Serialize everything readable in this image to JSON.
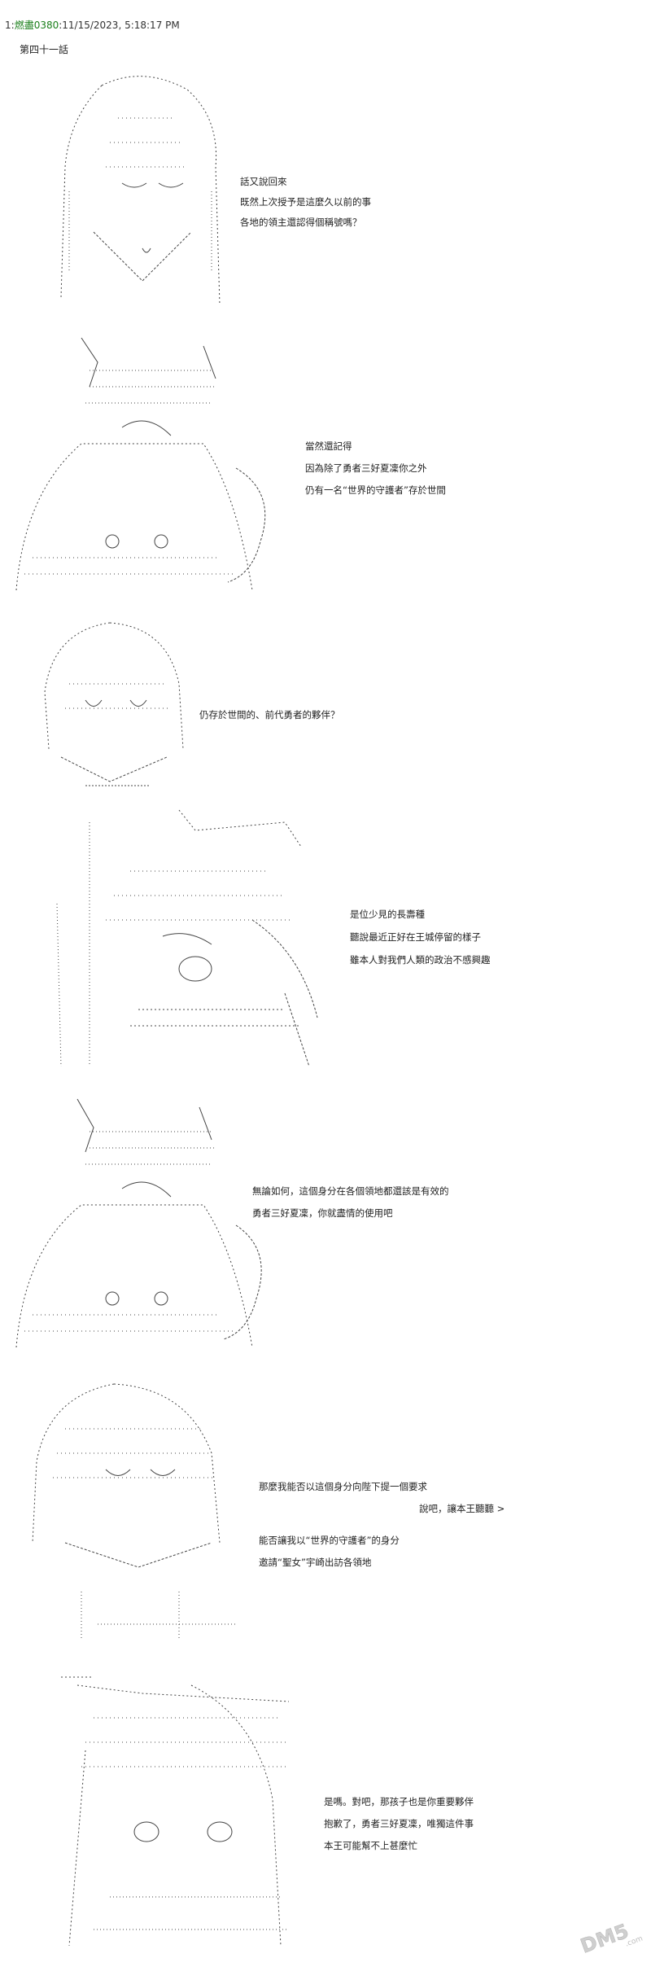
{
  "post": {
    "number": "1:",
    "name": "燃盡0380",
    "datetime": ":11/15/2023, 5:18:17 PM"
  },
  "chapter_title": "第四十一話",
  "scenes": [
    {
      "lines": [
        "話又說回來",
        "既然上次授予是這麼久以前的事",
        "各地的領主還認得個稱號嗎？"
      ]
    },
    {
      "lines": [
        "當然還記得",
        "因為除了勇者三好夏凜你之外",
        "仍有一名“世界的守護者”存於世間"
      ]
    },
    {
      "lines": [
        "仍存於世間的、前代勇者的夥伴？"
      ]
    },
    {
      "lines": [
        "是位少見的長壽種",
        "聽說最近正好在王城停留的樣子",
        "雖本人對我們人類的政治不感興趣"
      ]
    },
    {
      "lines": [
        "無論如何，這個身分在各個領地都還該是有效的",
        "勇者三好夏凜，你就盡情的使用吧"
      ]
    },
    {
      "lines": [
        "那麼我能否以這個身分向陛下提一個要求",
        "說吧，讓本王聽聽 >",
        "能否讓我以“世界的守護者”的身分",
        "邀請“聖女”宇崎出訪各領地"
      ]
    },
    {
      "lines": [
        "是嗎。對吧，那孩子也是你重要夥伴",
        "抱歉了，勇者三好夏凜，唯獨這件事",
        "本王可能幫不上甚麼忙"
      ]
    }
  ],
  "watermark": {
    "text": "DM5",
    "sub": ".com",
    "icon": "watermark-logo"
  }
}
